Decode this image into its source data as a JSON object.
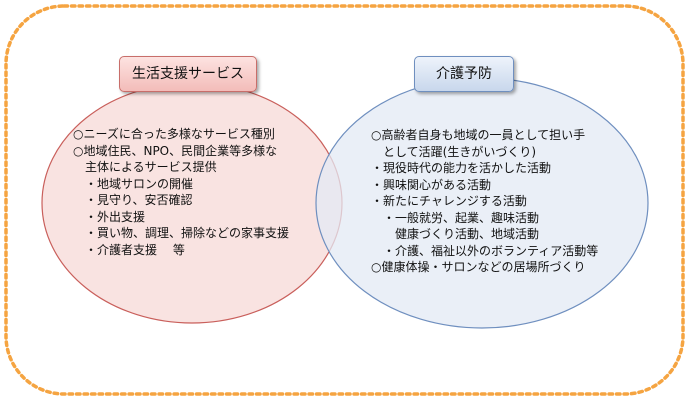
{
  "colors": {
    "frame_dash": "#f5a441",
    "left_ellipse_fill": "#f8e0de",
    "left_ellipse_stroke": "#c95f5b",
    "right_ellipse_fill": "#e3eaf4",
    "right_ellipse_stroke": "#6f8fbf"
  },
  "left": {
    "title": "生活支援サービス",
    "lines": [
      "○ニーズに合った多様なサービス種別",
      "○地域住民、NPO、民間企業等多様な",
      "　主体によるサービス提供",
      "　・地域サロンの開催",
      "　・見守り、安否確認",
      "　・外出支援",
      "　・買い物、調理、掃除などの家事支援",
      "　・介護者支援　 等"
    ]
  },
  "right": {
    "title": "介護予防",
    "lines": [
      "○高齢者自身も地域の一員として担い手",
      "　として活躍(生きがいづくり)",
      "・現役時代の能力を活かした活動",
      "・興味関心がある活動",
      "・新たにチャレンジする活動",
      "　・一般就労、起業、趣味活動",
      "　　健康づくり活動、地域活動",
      "　・介護、福祉以外のボランティア活動等",
      "○健康体操・サロンなどの居場所づくり"
    ]
  }
}
